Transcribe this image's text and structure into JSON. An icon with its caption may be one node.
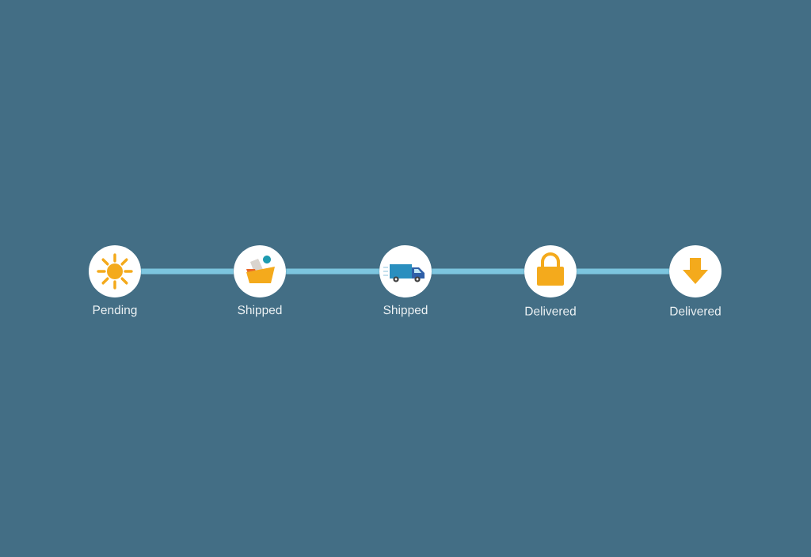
{
  "diagram": {
    "nodes": [
      {
        "text": [
          "Pending"
        ]
      },
      {
        "text": [
          "Shipped"
        ]
      },
      {
        "text": [
          "Shipped"
        ]
      },
      {
        "text": [
          "Delivered"
        ]
      },
      {
        "text": [
          "Delivered"
        ]
      }
    ],
    "edges": [
      {
        "from": 0,
        "to": 1,
        "arrow": "none"
      },
      {
        "from": 1,
        "to": 2,
        "arrow": "none"
      },
      {
        "from": 2,
        "to": 3,
        "arrow": "none"
      },
      {
        "from": 3,
        "to": 4,
        "arrow": "none"
      }
    ]
  }
}
